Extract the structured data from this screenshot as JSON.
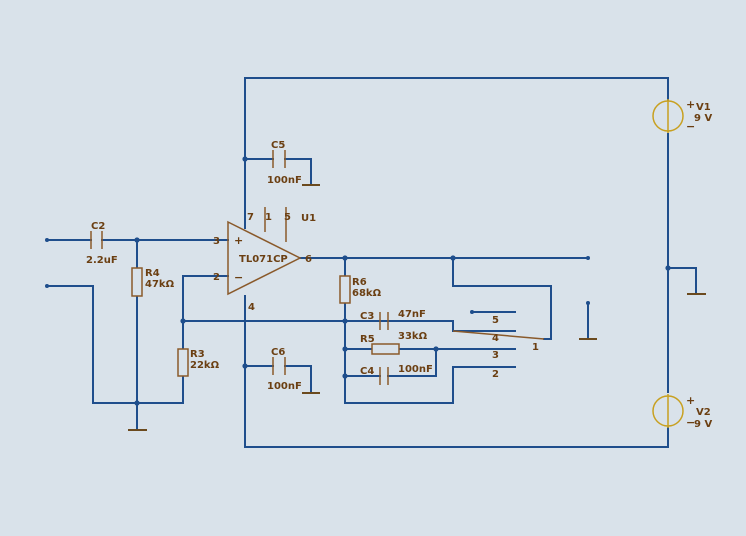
{
  "components": {
    "u1": {
      "ref": "U1",
      "value": "TL071CP",
      "plus": "+",
      "minus": "−",
      "pins": {
        "p3": "3",
        "p2": "2",
        "p6": "6",
        "p7": "7",
        "p1": "1",
        "p5": "5",
        "p4": "4"
      }
    },
    "c1": {
      "ref": "C5",
      "value": "100nF"
    },
    "c2": {
      "ref": "C2",
      "value": "2.2uF"
    },
    "c3": {
      "ref": "C3",
      "value": "47nF"
    },
    "c4": {
      "ref": "C4",
      "value": "100nF"
    },
    "c6": {
      "ref": "C6",
      "value": "100nF"
    },
    "r3": {
      "ref": "R3",
      "value": "22kΩ"
    },
    "r4": {
      "ref": "R4",
      "value": "47kΩ"
    },
    "r5": {
      "ref": "R5",
      "value": "33kΩ"
    },
    "r6": {
      "ref": "R6",
      "value": "68kΩ"
    },
    "v1": {
      "ref": "V1",
      "value": "9 V",
      "plus": "+",
      "minus": "−"
    },
    "v2": {
      "ref": "V2",
      "value": "9 V",
      "plus": "+",
      "minus": "−"
    },
    "switch": {
      "pins": [
        "5",
        "4",
        "3",
        "2",
        "1"
      ]
    }
  }
}
